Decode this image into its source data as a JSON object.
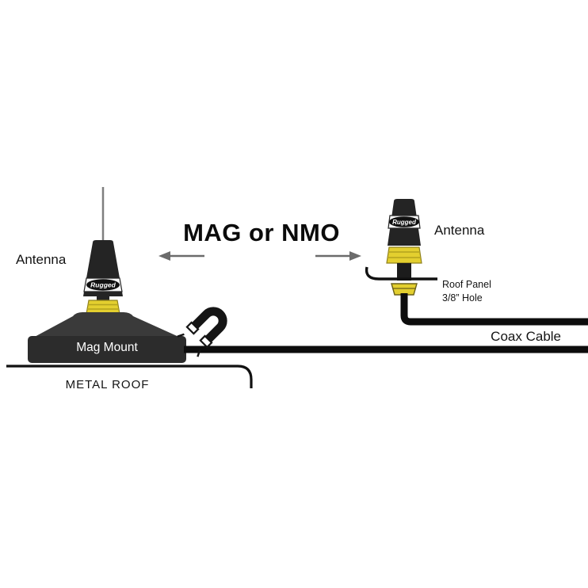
{
  "title": "MAG or NMO",
  "brand": "Rugged",
  "left": {
    "antenna_label": "Antenna",
    "mount_label": "Mag Mount",
    "roof_label": "METAL ROOF"
  },
  "right": {
    "antenna_label": "Antenna",
    "roof_panel_label": "Roof Panel",
    "hole_label": "3/8” Hole",
    "cable_label": "Coax Cable"
  },
  "icons": {
    "magnet": "magnet-icon",
    "arrow_left": "arrow-left-icon",
    "arrow_right": "arrow-right-icon"
  },
  "colors": {
    "accent_yellow": "#e3cf2f",
    "body_dark": "#262626",
    "cable_black": "#0d0d0d",
    "arrow_gray": "#6b6b6b"
  }
}
